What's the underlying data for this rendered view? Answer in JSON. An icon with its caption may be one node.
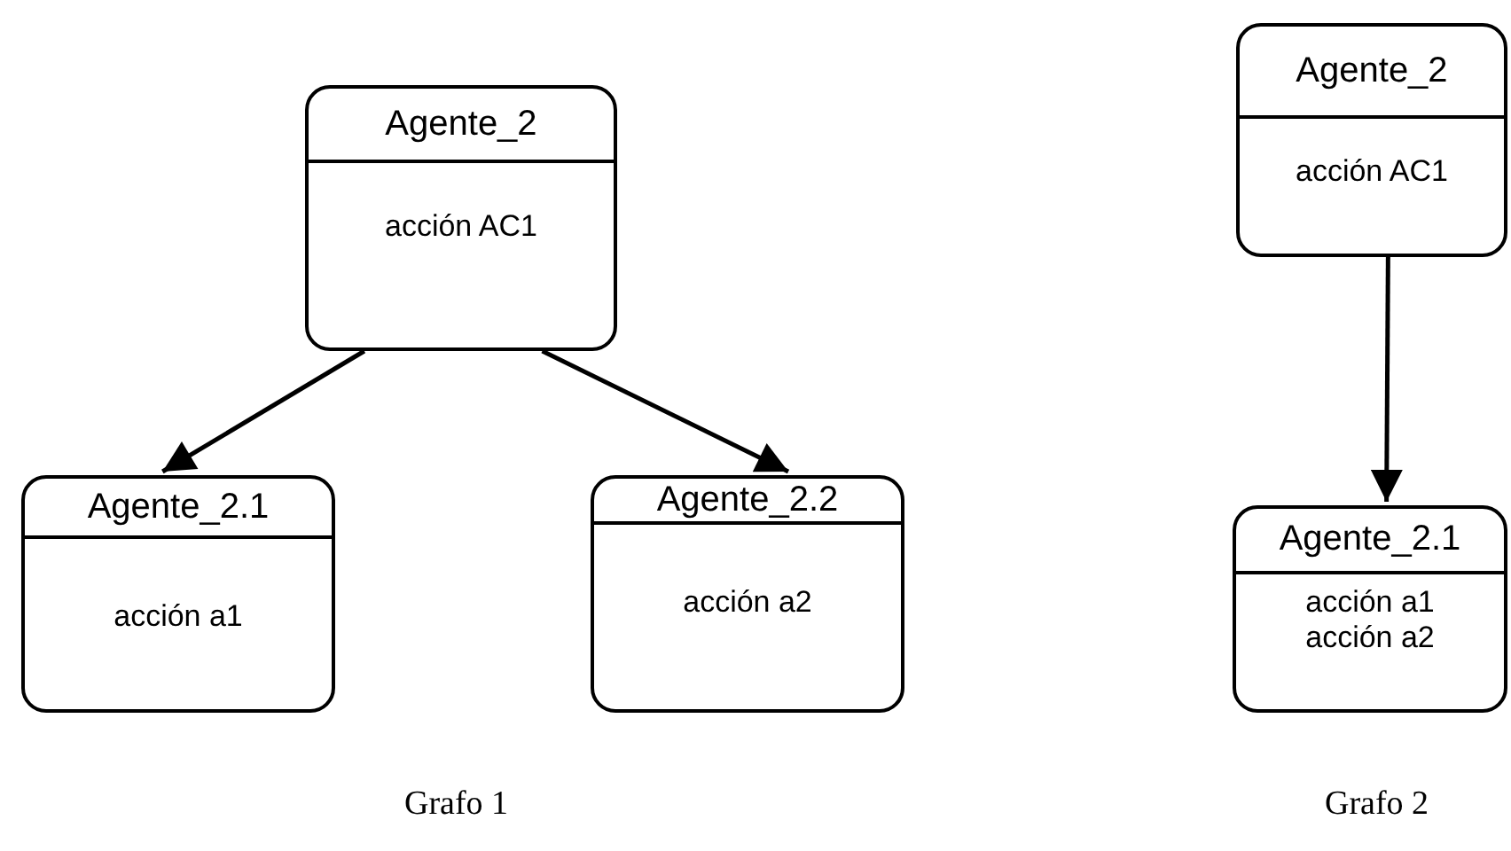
{
  "diagram": {
    "nodes": [
      {
        "text": [
          "Agente_2",
          "acción AC1"
        ]
      },
      {
        "text": [
          "Agente_2.1",
          "acción a1"
        ]
      },
      {
        "text": [
          "Agente_2.2",
          "acción a2"
        ]
      },
      {
        "text": [
          "Agente_2",
          "acción AC1"
        ]
      },
      {
        "text": [
          "Agente_2.1",
          "acción a1",
          "acción a2"
        ]
      }
    ],
    "edges": [
      {
        "from": 0,
        "to": 1,
        "arrow": "to"
      },
      {
        "from": 0,
        "to": 2,
        "arrow": "to"
      },
      {
        "from": 3,
        "to": 4,
        "arrow": "to"
      }
    ],
    "labels": [
      "Grafo 1",
      "Grafo 2"
    ]
  }
}
